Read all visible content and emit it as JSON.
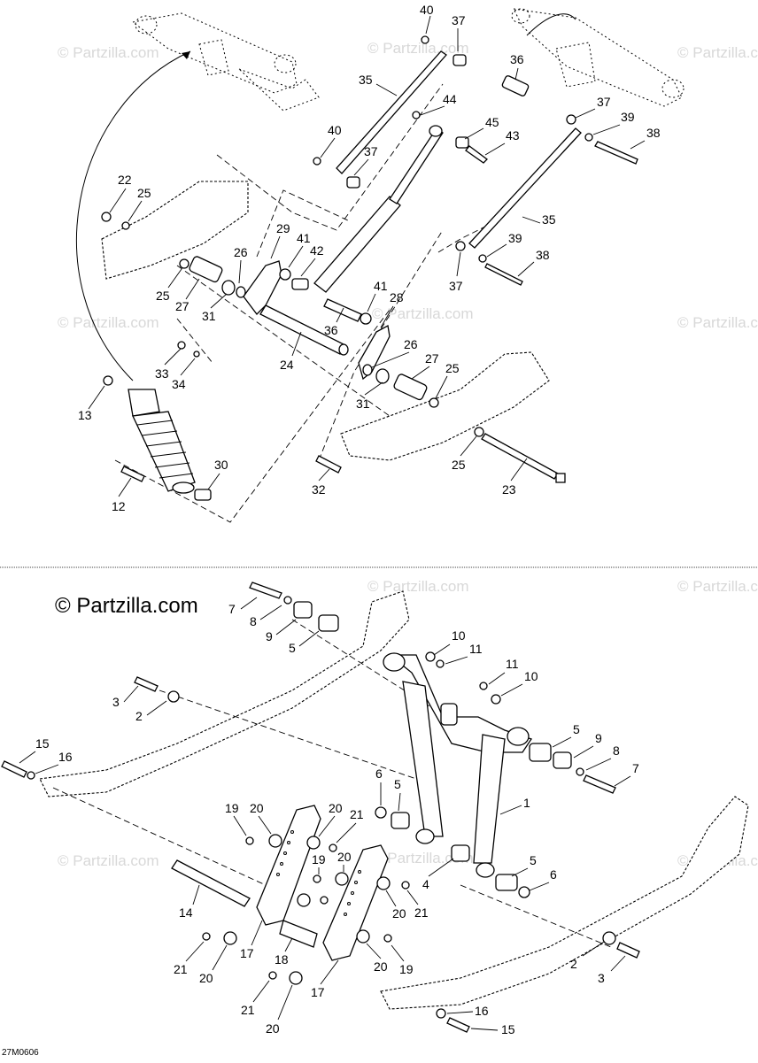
{
  "watermark_text": "© Partzilla.com",
  "brand_label": "© Partzilla.com",
  "diagram_code": "27M0606",
  "callouts_top": [
    "40",
    "37",
    "36",
    "35",
    "44",
    "45",
    "43",
    "37",
    "39",
    "38",
    "40",
    "37",
    "22",
    "25",
    "29",
    "26",
    "41",
    "42",
    "35",
    "39",
    "38",
    "25",
    "27",
    "31",
    "41",
    "28",
    "36",
    "37",
    "33",
    "34",
    "24",
    "26",
    "27",
    "25",
    "13",
    "31",
    "25",
    "23",
    "30",
    "12",
    "32"
  ],
  "callouts_bottom": [
    "7",
    "8",
    "9",
    "5",
    "10",
    "11",
    "11",
    "10",
    "3",
    "2",
    "5",
    "9",
    "8",
    "7",
    "15",
    "16",
    "6",
    "5",
    "1",
    "19",
    "20",
    "20",
    "21",
    "19",
    "20",
    "4",
    "5",
    "6",
    "14",
    "21",
    "20",
    "21",
    "17",
    "18",
    "20",
    "19",
    "2",
    "3",
    "21",
    "20",
    "17",
    "16",
    "21",
    "20",
    "15"
  ]
}
